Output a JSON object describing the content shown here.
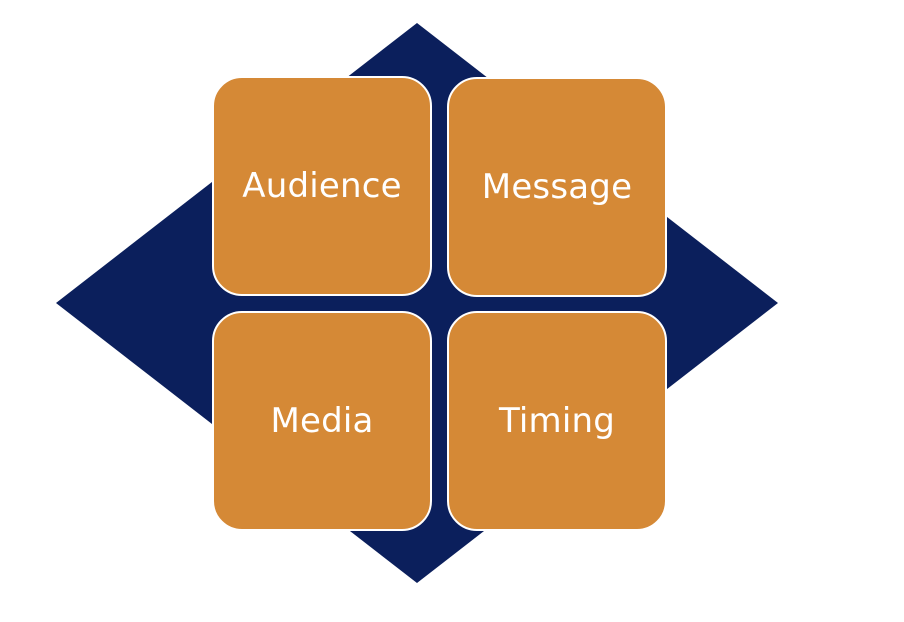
{
  "colors": {
    "diamond": "#0b1f5c",
    "tile_fill": "#d58936",
    "tile_border": "#ffffff",
    "label_text": "#ffffff",
    "background": "#ffffff"
  },
  "tiles": [
    {
      "label": "Audience"
    },
    {
      "label": "Message"
    },
    {
      "label": "Media"
    },
    {
      "label": "Timing"
    }
  ]
}
